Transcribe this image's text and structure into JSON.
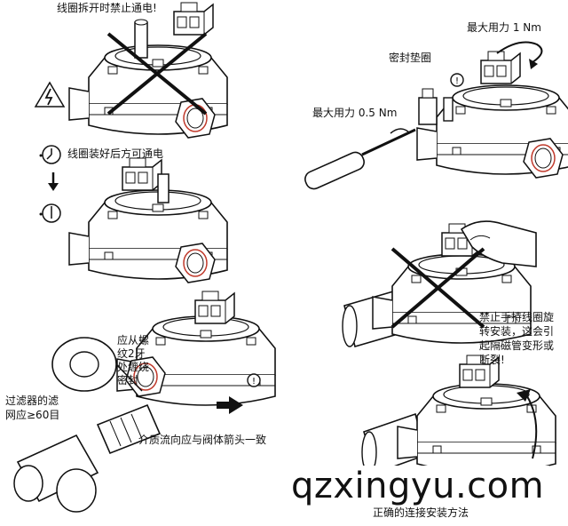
{
  "labels": {
    "top_warning": "线圈拆开时禁止通电!",
    "coil_ok": "线圈装好后方可通电",
    "max_force_1": "最大用力  1 Nm",
    "seal_gasket": "密封垫圈",
    "max_force_05": "最大用力 0.5 Nm",
    "thread_seal_l1": "应从螺",
    "thread_seal_l2": "纹2牙",
    "thread_seal_l3": "处缠绕",
    "thread_seal_l4": "密封",
    "filter_l1": "过滤器的滤",
    "filter_l2": "网应≥60目",
    "flow_direction": "介质流向应与阀体箭头一致",
    "forbid_l1": "禁止手持线圈旋",
    "forbid_l2": "转安装，这会引",
    "forbid_l3": "起隔磁管变形或",
    "forbid_l4": "断裂!",
    "correct_method": "正确的连接安装方法",
    "watermark": "qzxingyu.com"
  },
  "icons": [
    "high-voltage-icon",
    "clock-icon",
    "down-arrow-icon",
    "attention-icon",
    "screwdriver-icon",
    "wrench-icon",
    "hand-icon",
    "flow-arrow-icon",
    "rotation-arrow-icon",
    "prohibition-cross-icon"
  ],
  "colors": {
    "ink": "#111111",
    "hex_accent": "#c0392b",
    "paper": "#ffffff"
  }
}
